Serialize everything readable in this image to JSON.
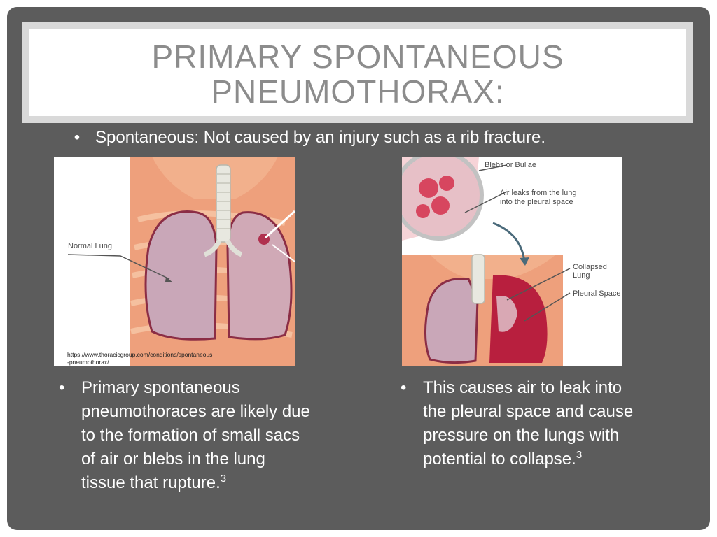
{
  "title": "PRIMARY SPONTANEOUS\nPNEUMOTHORAX:",
  "top_bullet": {
    "symbol": "•",
    "text": "Spontaneous: Not caused by an injury such as a rib fracture."
  },
  "figure_left": {
    "label": "Normal Lung",
    "source": "https://www.thoracicgroup.com/conditions/spontaneous-pneumothorax/"
  },
  "figure_right": {
    "label_blebs": "Blebs or Bullae",
    "label_leak": "Air leaks from the lung\ninto the pleural space",
    "label_collapsed": "Collapsed Lung",
    "label_pleural": "Pleural Space"
  },
  "bullet_left": {
    "symbol": "•",
    "text": "Primary spontaneous pneumothoraces are likely due to the formation of small sacs of air or blebs in the lung tissue that rupture.",
    "superscript": "3"
  },
  "bullet_right": {
    "symbol": "•",
    "text": "This causes air to leak into the pleural space and cause pressure on the lungs with potential to collapse.",
    "superscript": "3"
  },
  "colors": {
    "background": "#5c5c5c",
    "title_text": "#8c8c8c",
    "body_text": "#ffffff"
  }
}
